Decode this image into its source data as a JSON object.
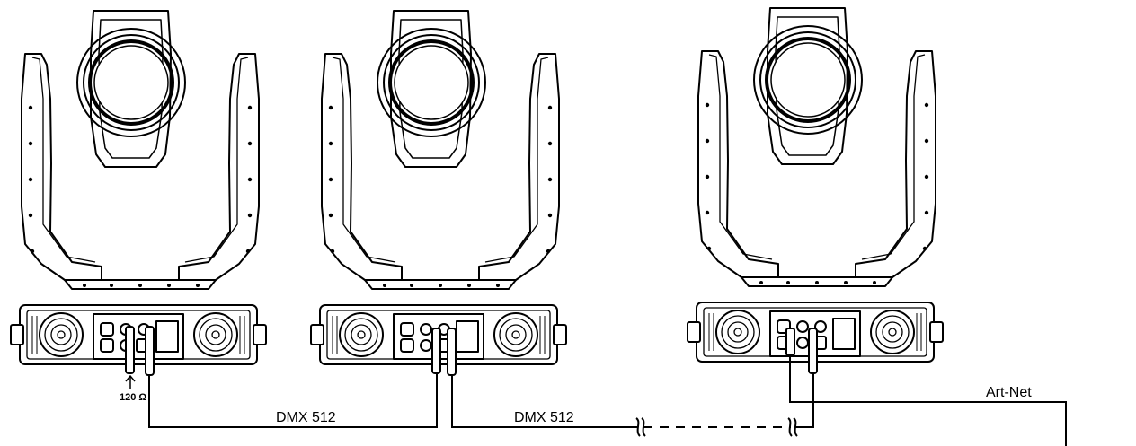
{
  "labels": {
    "dmx_left": "DMX 512",
    "dmx_right": "DMX 512",
    "artnet": "Art-Net",
    "terminator": "120 Ω"
  },
  "fixtures": [
    {
      "id": "fixture-1"
    },
    {
      "id": "fixture-2"
    },
    {
      "id": "fixture-3"
    }
  ],
  "colors": {
    "line": "#000000",
    "background": "#ffffff"
  }
}
